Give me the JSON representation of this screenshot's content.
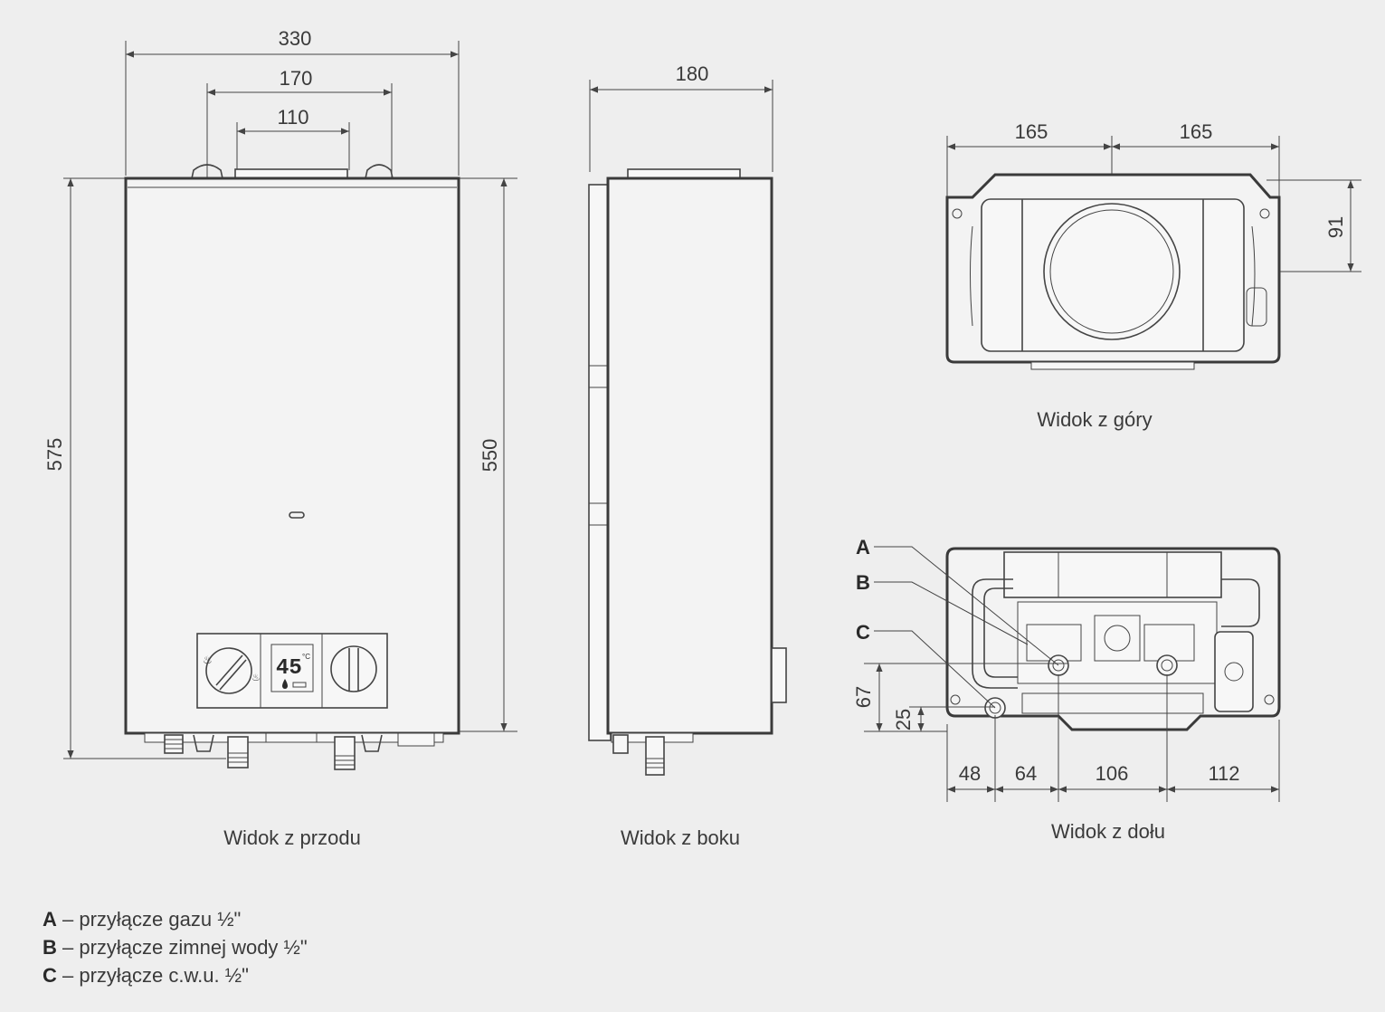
{
  "colors": {
    "background": "#eeeeee",
    "line": "#3a3a3a",
    "text": "#3a3a3a"
  },
  "front_view": {
    "caption": "Widok z przodu",
    "dims": {
      "width_total": "330",
      "width_mid": "170",
      "width_inner": "110",
      "height_total": "575",
      "height_body": "550"
    },
    "display": {
      "temperature": "45",
      "unit": "°C"
    }
  },
  "side_view": {
    "caption": "Widok z boku",
    "dims": {
      "depth": "180"
    }
  },
  "top_view": {
    "caption": "Widok z góry",
    "dims": {
      "left": "165",
      "right": "165",
      "offset": "91"
    }
  },
  "bottom_view": {
    "caption": "Widok z dołu",
    "dims": {
      "a": "48",
      "b": "64",
      "c": "106",
      "d": "112",
      "h1": "67",
      "h2": "25"
    },
    "labels": {
      "a": "A",
      "b": "B",
      "c": "C"
    }
  },
  "legend": [
    {
      "key": "A",
      "text": " – przyłącze gazu ½\""
    },
    {
      "key": "B",
      "text": " – przyłącze zimnej wody ½\""
    },
    {
      "key": "C",
      "text": " – przyłącze c.w.u. ½\""
    }
  ]
}
